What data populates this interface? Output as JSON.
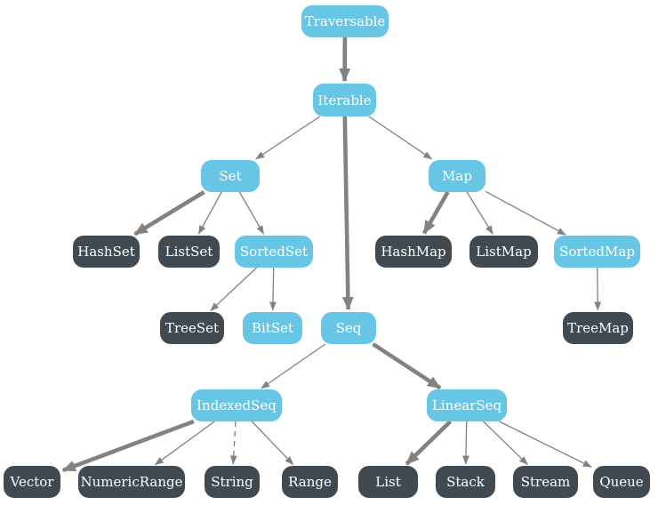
{
  "diagram": {
    "nodes": [
      {
        "id": "traversable",
        "label": "Traversable",
        "kind": "blue"
      },
      {
        "id": "iterable",
        "label": "Iterable",
        "kind": "blue"
      },
      {
        "id": "set",
        "label": "Set",
        "kind": "blue"
      },
      {
        "id": "map",
        "label": "Map",
        "kind": "blue"
      },
      {
        "id": "hashset",
        "label": "HashSet",
        "kind": "dark"
      },
      {
        "id": "listset",
        "label": "ListSet",
        "kind": "dark"
      },
      {
        "id": "sortedset",
        "label": "SortedSet",
        "kind": "blue"
      },
      {
        "id": "hashmap",
        "label": "HashMap",
        "kind": "dark"
      },
      {
        "id": "listmap",
        "label": "ListMap",
        "kind": "dark"
      },
      {
        "id": "sortedmap",
        "label": "SortedMap",
        "kind": "blue"
      },
      {
        "id": "treeset",
        "label": "TreeSet",
        "kind": "dark"
      },
      {
        "id": "bitset",
        "label": "BitSet",
        "kind": "blue"
      },
      {
        "id": "seq",
        "label": "Seq",
        "kind": "blue"
      },
      {
        "id": "treemap",
        "label": "TreeMap",
        "kind": "dark"
      },
      {
        "id": "indexedseq",
        "label": "IndexedSeq",
        "kind": "blue"
      },
      {
        "id": "linearseq",
        "label": "LinearSeq",
        "kind": "blue"
      },
      {
        "id": "vector",
        "label": "Vector",
        "kind": "dark"
      },
      {
        "id": "numericrange",
        "label": "NumericRange",
        "kind": "dark"
      },
      {
        "id": "string",
        "label": "String",
        "kind": "dark"
      },
      {
        "id": "range",
        "label": "Range",
        "kind": "dark"
      },
      {
        "id": "list",
        "label": "List",
        "kind": "dark"
      },
      {
        "id": "stack",
        "label": "Stack",
        "kind": "dark"
      },
      {
        "id": "stream",
        "label": "Stream",
        "kind": "dark"
      },
      {
        "id": "queue",
        "label": "Queue",
        "kind": "dark"
      }
    ],
    "edges": [
      {
        "from": "traversable",
        "to": "iterable",
        "weight": "thick",
        "style": "solid"
      },
      {
        "from": "iterable",
        "to": "set",
        "weight": "thin",
        "style": "solid"
      },
      {
        "from": "iterable",
        "to": "seq",
        "weight": "thick",
        "style": "solid"
      },
      {
        "from": "iterable",
        "to": "map",
        "weight": "thin",
        "style": "solid"
      },
      {
        "from": "set",
        "to": "hashset",
        "weight": "thick",
        "style": "solid"
      },
      {
        "from": "set",
        "to": "listset",
        "weight": "thin",
        "style": "solid"
      },
      {
        "from": "set",
        "to": "sortedset",
        "weight": "thin",
        "style": "solid"
      },
      {
        "from": "sortedset",
        "to": "treeset",
        "weight": "thin",
        "style": "solid"
      },
      {
        "from": "sortedset",
        "to": "bitset",
        "weight": "thin",
        "style": "solid"
      },
      {
        "from": "map",
        "to": "hashmap",
        "weight": "thick",
        "style": "solid"
      },
      {
        "from": "map",
        "to": "listmap",
        "weight": "thin",
        "style": "solid"
      },
      {
        "from": "map",
        "to": "sortedmap",
        "weight": "thin",
        "style": "solid"
      },
      {
        "from": "sortedmap",
        "to": "treemap",
        "weight": "thin",
        "style": "solid"
      },
      {
        "from": "seq",
        "to": "indexedseq",
        "weight": "thin",
        "style": "solid"
      },
      {
        "from": "seq",
        "to": "linearseq",
        "weight": "thick",
        "style": "solid"
      },
      {
        "from": "indexedseq",
        "to": "vector",
        "weight": "thick",
        "style": "solid"
      },
      {
        "from": "indexedseq",
        "to": "numericrange",
        "weight": "thin",
        "style": "solid"
      },
      {
        "from": "indexedseq",
        "to": "string",
        "weight": "thin",
        "style": "dashed"
      },
      {
        "from": "indexedseq",
        "to": "range",
        "weight": "thin",
        "style": "solid"
      },
      {
        "from": "linearseq",
        "to": "list",
        "weight": "thick",
        "style": "solid"
      },
      {
        "from": "linearseq",
        "to": "stack",
        "weight": "thin",
        "style": "solid"
      },
      {
        "from": "linearseq",
        "to": "stream",
        "weight": "thin",
        "style": "solid"
      },
      {
        "from": "linearseq",
        "to": "queue",
        "weight": "thin",
        "style": "solid"
      }
    ],
    "colors": {
      "blue_node": "#67c6e6",
      "dark_node": "#414a50",
      "edge": "#828282",
      "label_text": "#ffffff",
      "background": "#ffffff"
    }
  }
}
